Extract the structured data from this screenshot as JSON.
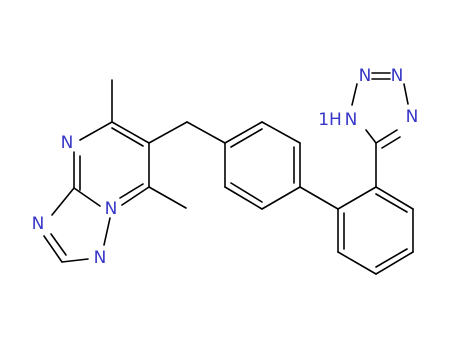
{
  "colors": {
    "nitrogen": "#3636c8",
    "bond": "#000000",
    "background": "#ffffff"
  },
  "atoms": {
    "n_pyrimidine": "N",
    "n_bridge": "N",
    "n_triazole_left": "N",
    "n_triazole_bottom": "N",
    "n_tetrazole_top_left": "N",
    "n_tetrazole_top_right": "N",
    "n_tetrazole_right": "N",
    "nh_tetrazole": "1H",
    "nh_tetrazole_n": "N"
  }
}
